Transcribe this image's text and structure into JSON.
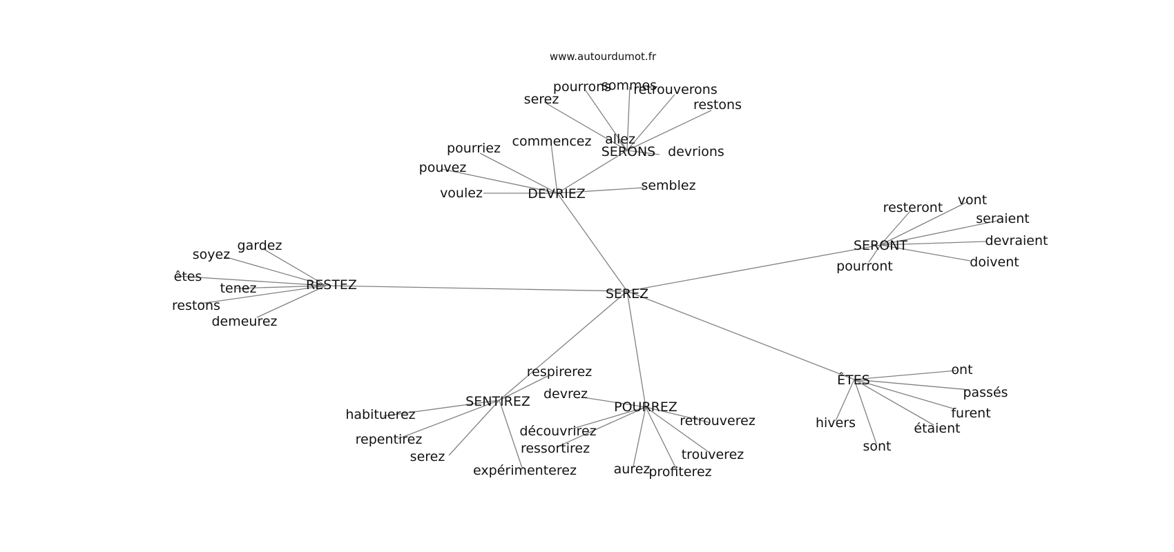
{
  "watermark": "www.autourdumot.fr",
  "graph": {
    "root": "SEREZ",
    "hubs": [
      {
        "id": "RESTEZ",
        "label": "RESTEZ",
        "words": [
          "gardez",
          "soyez",
          "êtes",
          "tenez",
          "restons",
          "demeurez"
        ]
      },
      {
        "id": "DEVRIEZ",
        "label": "DEVRIEZ",
        "words": [
          "pourriez",
          "commencez",
          "pouvez",
          "voulez",
          "semblez"
        ]
      },
      {
        "id": "SERONS",
        "label": "SERONS",
        "parent": "DEVRIEZ",
        "words": [
          "pourrons",
          "sommes",
          "retrouverons",
          "serez",
          "restons",
          "allez",
          "devrions"
        ]
      },
      {
        "id": "SERONT",
        "label": "SERONT",
        "words": [
          "resteront",
          "vont",
          "seraient",
          "devraient",
          "doivent",
          "pourront"
        ]
      },
      {
        "id": "ETES",
        "label": "ÊTES",
        "words": [
          "ont",
          "passés",
          "furent",
          "étaient",
          "hivers",
          "sont"
        ]
      },
      {
        "id": "POURREZ",
        "label": "POURREZ",
        "words": [
          "devrez",
          "retrouverez",
          "découvrirez",
          "ressortirez",
          "trouverez",
          "aurez",
          "profiterez"
        ]
      },
      {
        "id": "SENTIREZ",
        "label": "SENTIREZ",
        "words": [
          "respirerez",
          "habituerez",
          "repentirez",
          "serez",
          "expérimenterez"
        ]
      }
    ]
  }
}
